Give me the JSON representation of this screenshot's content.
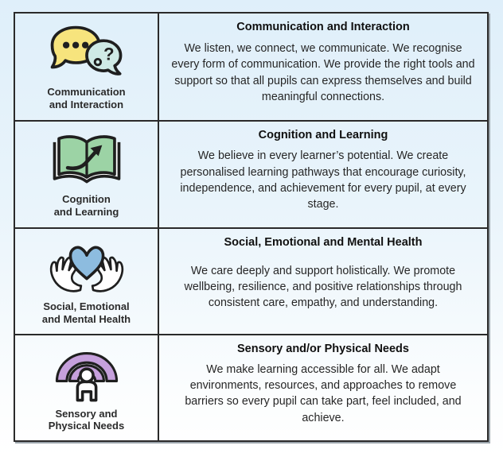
{
  "colors": {
    "background_top": "#dfeffa",
    "background_bottom": "#ffffff",
    "border": "#2a2a2a",
    "outline": "#1f1f1f",
    "bubble_yellow": "#f7e47d",
    "bubble_teal": "#cfeae6",
    "book_green": "#9cd3a5",
    "heart_blue": "#8dbcdf",
    "rainbow_purple": "#c6a0dc",
    "text": "#262626"
  },
  "rows": [
    {
      "icon": "speech-bubbles-icon",
      "label_line1": "Communication",
      "label_line2": "and Interaction",
      "title": "Communication and Interaction",
      "body": "We listen, we connect, we communicate. We recognise every form of communication. We provide the right tools and support so that all pupils can express themselves and build meaningful connections."
    },
    {
      "icon": "open-book-arrow-icon",
      "label_line1": "Cognition",
      "label_line2": "and Learning",
      "title": "Cognition and Learning",
      "body": "We believe in every learner’s potential. We create personalised learning pathways that encourage curiosity, independence, and achievement for every pupil, at every stage."
    },
    {
      "icon": "heart-in-hands-icon",
      "label_line1": "Social, Emotional",
      "label_line2": "and Mental Health",
      "title": "Social, Emotional and Mental Health",
      "body": "We care deeply and support holistically. We promote wellbeing, resilience, and positive relationships through consistent care, empathy, and understanding."
    },
    {
      "icon": "rainbow-person-icon",
      "label_line1": "Sensory and",
      "label_line2": "Physical Needs",
      "title": "Sensory and/or Physical Needs",
      "body": "We make learning accessible for all. We adapt environments, resources, and approaches to remove barriers so every pupil can take part, feel included, and achieve."
    }
  ]
}
